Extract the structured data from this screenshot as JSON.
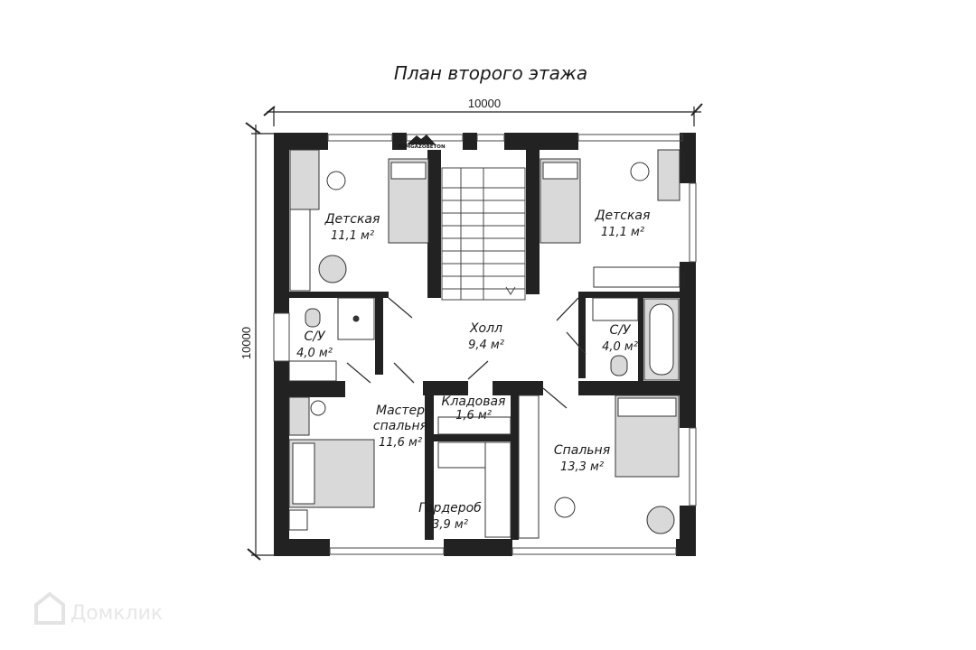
{
  "title": "План второго этажа",
  "dimensions": {
    "width": "10000",
    "height": "10000"
  },
  "brand": "DOMGAZOBETON",
  "watermark": "Домклик",
  "rooms": [
    {
      "name": "Детская",
      "area": "11,1 м²"
    },
    {
      "name": "Детская",
      "area": "11,1 м²"
    },
    {
      "name": "С/У",
      "area": "4,0 м²"
    },
    {
      "name": "Холл",
      "area": "9,4 м²"
    },
    {
      "name": "С/У",
      "area": "4,0 м²"
    },
    {
      "name": "Кладовая",
      "area": "1,6 м²"
    },
    {
      "name": "Мастер спальня",
      "area": "11,6 м²"
    },
    {
      "name": "Спальня",
      "area": "13,3 м²"
    },
    {
      "name": "Гардероб",
      "area": "3,9 м²"
    }
  ],
  "colors": {
    "wall": "#222222",
    "furniture_fill": "#d9d9d9",
    "line": "#333333"
  }
}
